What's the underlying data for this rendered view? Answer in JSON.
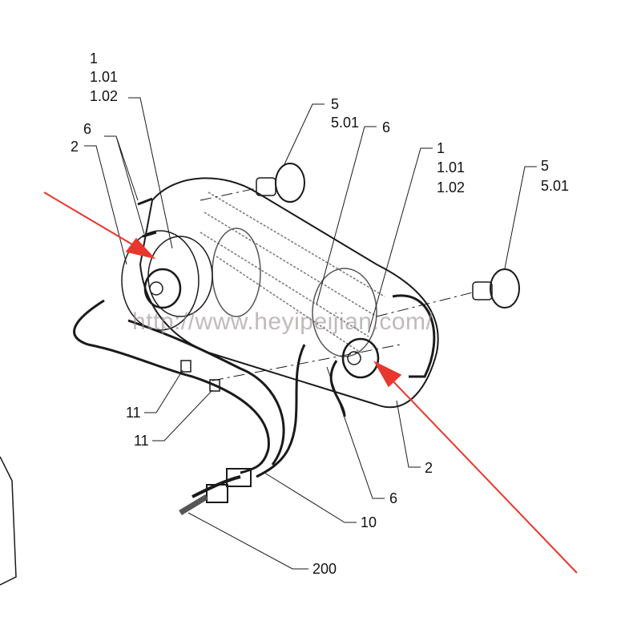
{
  "watermark": "http://www.heyipeijian.com/",
  "callouts": {
    "left_lamp_item": "1",
    "left_lamp_item_a": "1.01",
    "left_lamp_item_b": "1.02",
    "left_bulb_item": "5",
    "left_bulb_item_a": "5.01",
    "center_screw": "6",
    "left_screws": "6",
    "left_gasket": "2",
    "right_lamp_item": "1",
    "right_lamp_item_a": "1.01",
    "right_lamp_item_b": "1.02",
    "right_bulb_item": "5",
    "right_bulb_item_a": "5.01",
    "clip_upper": "11",
    "clip_lower": "11",
    "right_gasket": "2",
    "right_screw": "6",
    "harness": "10",
    "connector": "200"
  },
  "colors": {
    "arrow": "#e8372c",
    "line": "#1a1a1a"
  }
}
